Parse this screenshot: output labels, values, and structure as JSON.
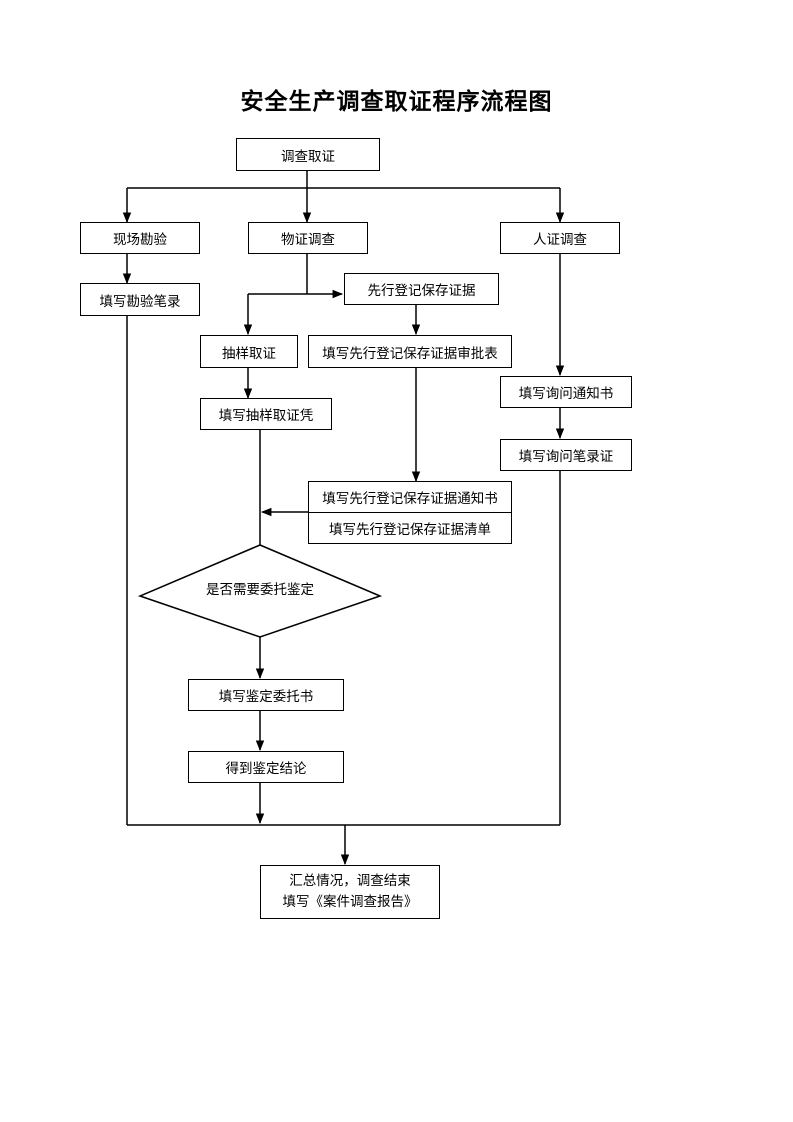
{
  "title": "安全生产调查取证程序流程图",
  "nodes": {
    "investigation": "调查取证",
    "site_survey": "现场勘验",
    "physical_evidence": "物证调查",
    "witness": "人证调查",
    "survey_record": "填写勘验笔录",
    "preregister": "先行登记保存证据",
    "sampling": "抽样取证",
    "approval_form": "填写先行登记保存证据审批表",
    "sampling_voucher": "填写抽样取证凭",
    "inquiry_notice": "填写询问通知书",
    "inquiry_record": "填写询问笔录证",
    "notice": "填写先行登记保存证据通知书",
    "list": "填写先行登记保存证据清单",
    "decision": "是否需要委托鉴定",
    "appraisal_letter": "填写鉴定委托书",
    "appraisal_result": "得到鉴定结论",
    "final_line1": "汇总情况，调查结束",
    "final_line2": "填写《案件调查报告》"
  }
}
